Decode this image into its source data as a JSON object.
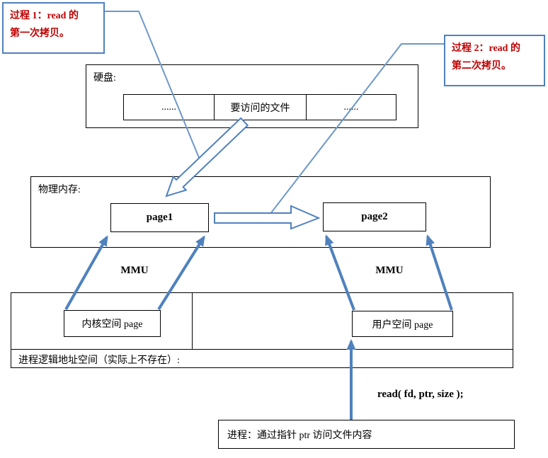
{
  "colors": {
    "accent_blue": "#4F81BD",
    "leader_line_blue": "#6D98C8",
    "red_text": "#C00000",
    "box_border": "#000000"
  },
  "callouts": {
    "process1": {
      "line1": "过程 1：read 的",
      "line2": "第一次拷贝。"
    },
    "process2": {
      "line1": "过程 2：read 的",
      "line2": "第二次拷贝。"
    }
  },
  "hard_disk": {
    "label": "硬盘:",
    "cells": [
      "......",
      "要访问的文件",
      "......"
    ]
  },
  "physical_memory": {
    "label": "物理内存:",
    "page1": "page1",
    "page2": "page2"
  },
  "mmu": {
    "left": "MMU",
    "right": "MMU"
  },
  "logical_space": {
    "kernel_page": "内核空间 page",
    "user_page": "用户空间 page",
    "label": "进程逻辑地址空间（实际上不存在）:"
  },
  "read_call": "read( fd, ptr, size );",
  "process_box": "进程：通过指针 ptr 访问文件内容"
}
